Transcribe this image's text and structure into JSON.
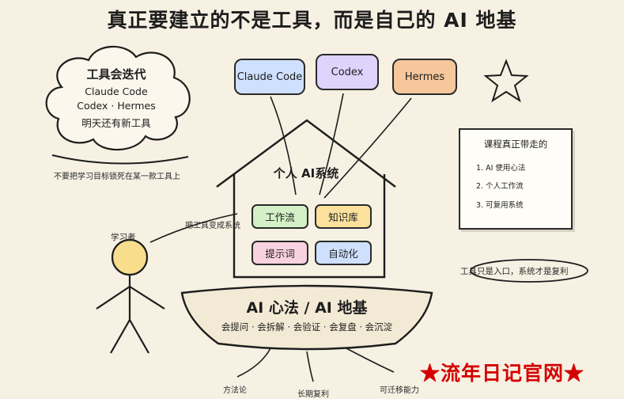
{
  "title": "真正要建立的不是工具，而是自己的 AI 地基",
  "cloud": {
    "title": "工具会迭代",
    "lines": [
      "Claude Code",
      "Codex · Hermes",
      "明天还有新工具"
    ],
    "caption": "不要把学习目标锁死在某一款工具上"
  },
  "tools": [
    {
      "label": "Claude Code",
      "color": "#cfe0ff"
    },
    {
      "label": "Codex",
      "color": "#ded3fb"
    },
    {
      "label": "Hermes",
      "color": "#f6c79b"
    }
  ],
  "card": {
    "title": "课程真正带走的",
    "items": [
      "1. AI 使用心法",
      "2. 个人工作流",
      "3. 可复用系统"
    ]
  },
  "house": {
    "title": "个人 AI系统",
    "modules": [
      {
        "label": "工作流",
        "color": "#d3f0c6"
      },
      {
        "label": "知识库",
        "color": "#fbe19b"
      },
      {
        "label": "提示词",
        "color": "#f9d2e0"
      },
      {
        "label": "自动化",
        "color": "#cfe0ff"
      }
    ]
  },
  "learner": {
    "label": "学习者",
    "arrow_label": "把工具变成系统",
    "head_color": "#f8de8c"
  },
  "note": "工具只是入口，系统才是复利",
  "foundation": {
    "title": "AI 心法 / AI 地基",
    "subtitle": "会提问 · 会拆解 · 会验证 · 会复盘 · 会沉淀",
    "roots": [
      "方法论",
      "长期复利",
      "可迁移能力"
    ]
  },
  "watermark": "★流年日记官网★"
}
